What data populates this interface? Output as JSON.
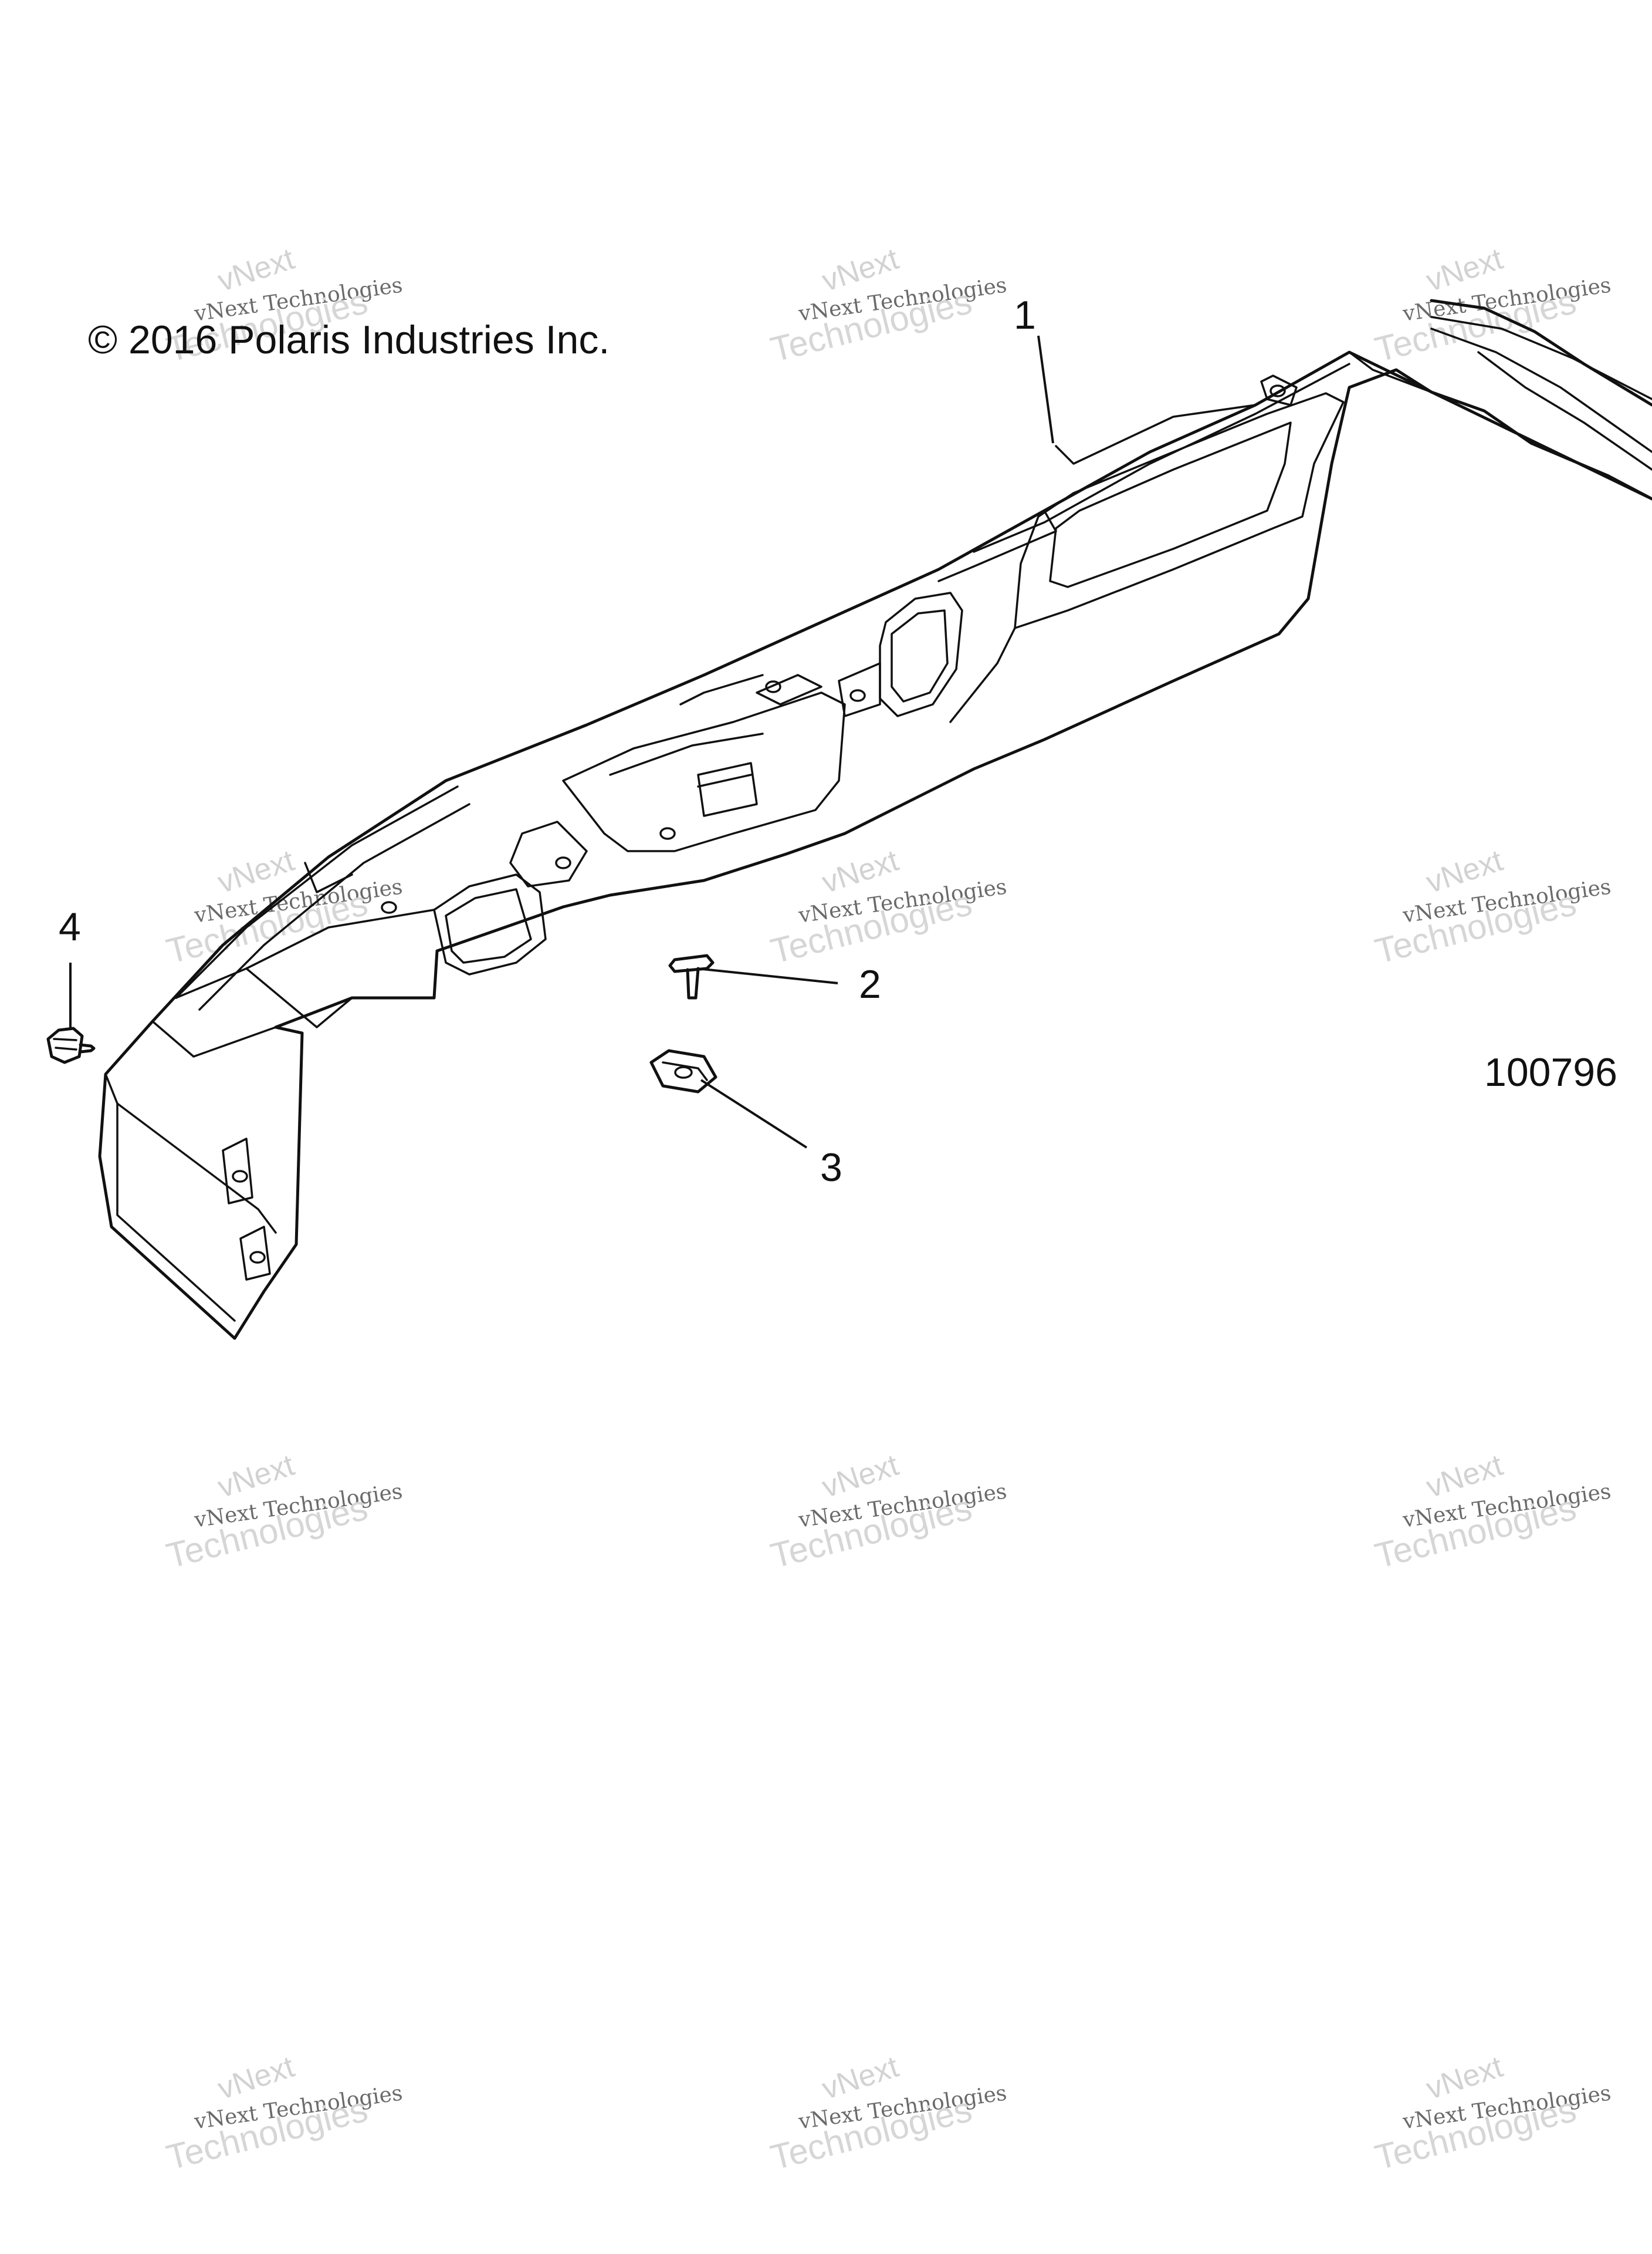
{
  "copyright": "© 2016 Polaris Industries Inc.",
  "document_number": "100796",
  "callouts": [
    {
      "label": "1"
    },
    {
      "label": "2"
    },
    {
      "label": "3"
    },
    {
      "label": "4"
    }
  ],
  "watermark": {
    "line1": "vNext Technologies",
    "line2": "vNext",
    "line3": "Technologies"
  }
}
